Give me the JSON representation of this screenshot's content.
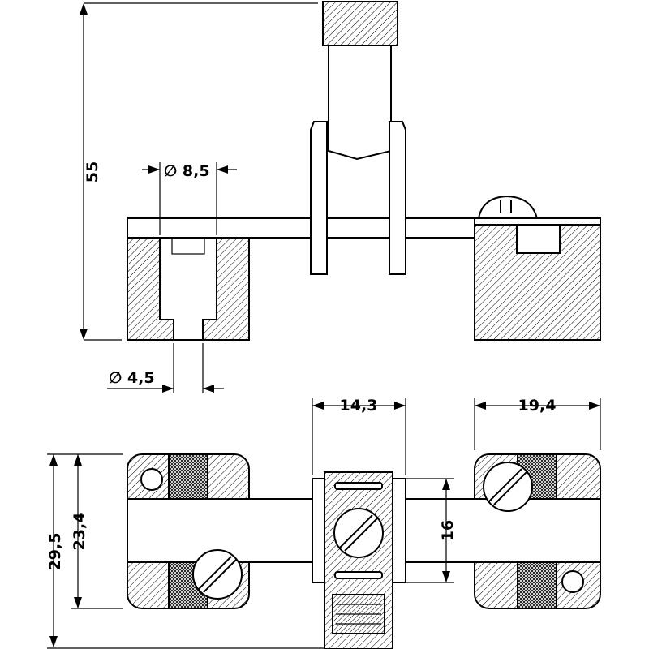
{
  "dimensions": {
    "overall_height": "55",
    "bore_top": "∅ 8,5",
    "bore_bottom": "∅ 4,5",
    "center_width": "14,3",
    "right_width": "19,4",
    "outer_height": "29,5",
    "inner_height": "23,4",
    "bar_height": "16"
  }
}
